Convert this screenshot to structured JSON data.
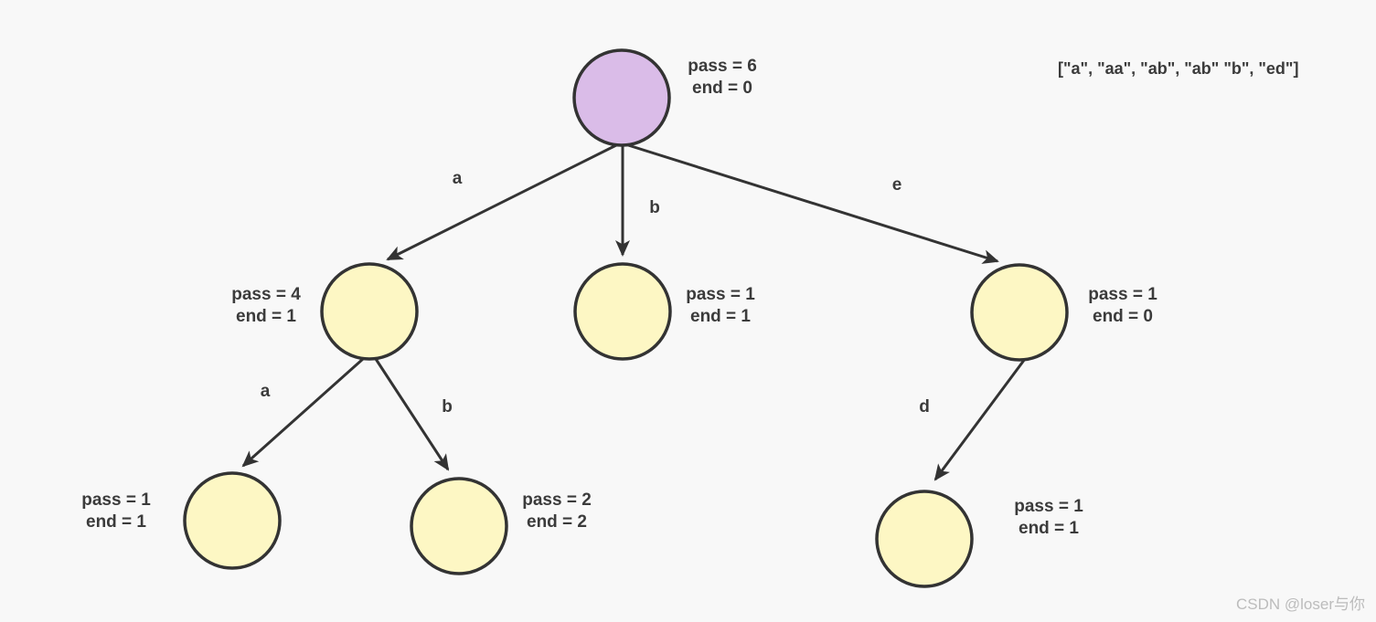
{
  "page": {
    "word_list": "[\"a\", \"aa\", \"ab\", \"ab\" \"b\", \"ed\"]",
    "watermark": "CSDN @loser与你"
  },
  "colors": {
    "background": "#f8f8f8",
    "root_fill": "#dabce8",
    "node_fill": "#fdf7c4",
    "stroke": "#333333",
    "label_text": "#3b3b3b",
    "watermark_text": "#bcbcbc"
  },
  "trie": {
    "nodes": [
      {
        "id": "root",
        "pass": "pass = 6",
        "end": "end = 0"
      },
      {
        "id": "a",
        "pass": "pass = 4",
        "end": "end = 1"
      },
      {
        "id": "b",
        "pass": "pass = 1",
        "end": "end = 1"
      },
      {
        "id": "e",
        "pass": "pass = 1",
        "end": "end = 0"
      },
      {
        "id": "aa",
        "pass": "pass = 1",
        "end": "end = 1"
      },
      {
        "id": "ab",
        "pass": "pass = 2",
        "end": "end = 2"
      },
      {
        "id": "ed",
        "pass": "pass = 1",
        "end": "end = 1"
      }
    ],
    "edges": [
      {
        "from": "root",
        "to": "a",
        "label": "a"
      },
      {
        "from": "root",
        "to": "b",
        "label": "b"
      },
      {
        "from": "root",
        "to": "e",
        "label": "e"
      },
      {
        "from": "a",
        "to": "aa",
        "label": "a"
      },
      {
        "from": "a",
        "to": "ab",
        "label": "b"
      },
      {
        "from": "e",
        "to": "ed",
        "label": "d"
      }
    ]
  }
}
